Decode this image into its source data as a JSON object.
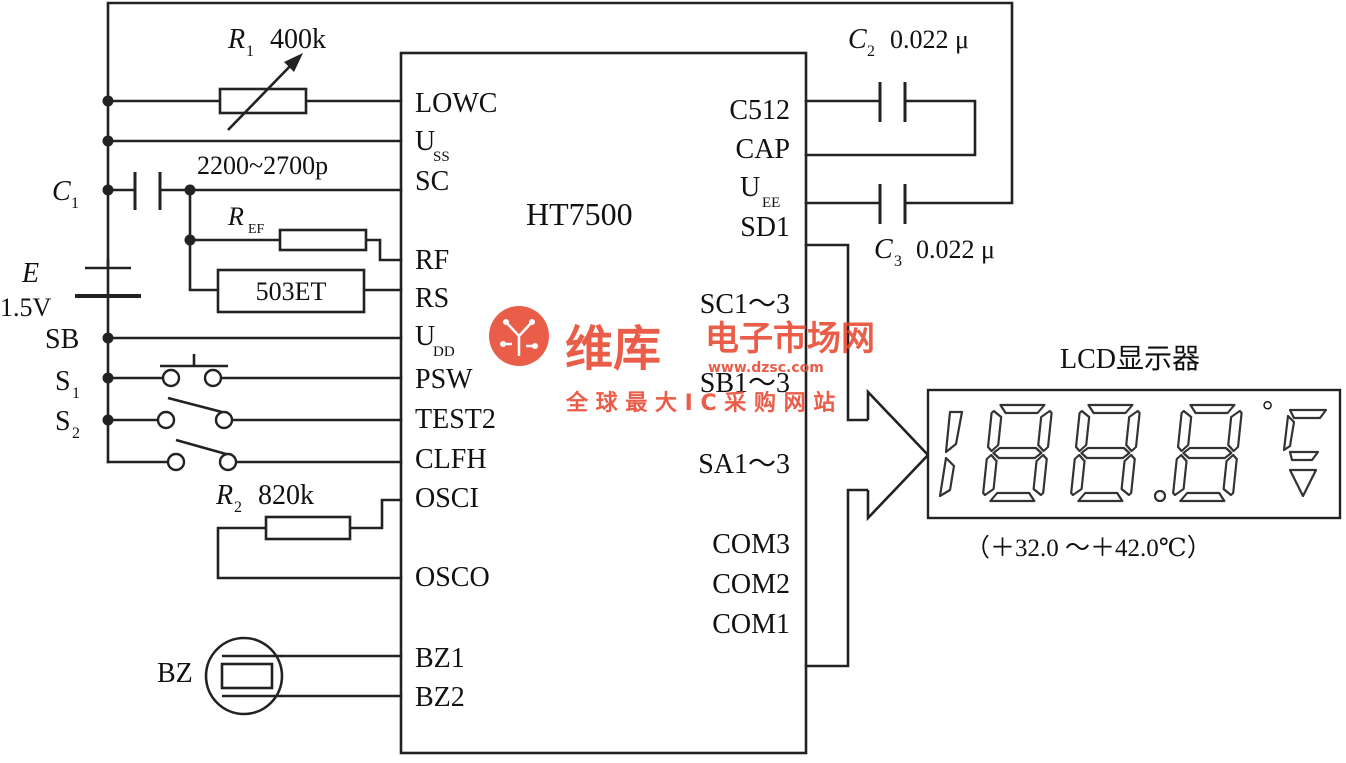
{
  "chip": {
    "name": "HT7500",
    "left_pins": [
      "LOWC",
      "SC",
      "RF",
      "RS",
      "PSW",
      "TEST2",
      "CLFH",
      "OSCI",
      "OSCO",
      "BZ1",
      "BZ2"
    ],
    "uss": {
      "main": "U",
      "sub": "SS"
    },
    "udd": {
      "main": "U",
      "sub": "DD"
    },
    "right_pins": [
      "C512",
      "CAP",
      "SD1",
      "SC1～3",
      "SB1～3",
      "SA1～3",
      "COM3",
      "COM2",
      "COM1"
    ],
    "uee": {
      "main": "U",
      "sub": "EE"
    }
  },
  "components": {
    "r1": {
      "sym": "R",
      "sub": "1",
      "value": "400k"
    },
    "c1": {
      "sym": "C",
      "sub": "1",
      "value": "2200~2700p"
    },
    "ref": {
      "sym": "R",
      "sub": "EF"
    },
    "sensor": "503ET",
    "battery": {
      "sym": "E",
      "value": "1.5V"
    },
    "sb": "SB",
    "s1": {
      "sym": "S",
      "sub": "1"
    },
    "s2": {
      "sym": "S",
      "sub": "2"
    },
    "r2": {
      "sym": "R",
      "sub": "2",
      "value": "820k"
    },
    "bz": "BZ",
    "c2": {
      "sym": "C",
      "sub": "2",
      "value": "0.022 μ"
    },
    "c3": {
      "sym": "C",
      "sub": "3",
      "value": "0.022 μ"
    }
  },
  "lcd": {
    "title": "LCD显示器",
    "degree": "°",
    "range": "（＋32.0 ～＋42.0℃）"
  },
  "watermark": {
    "brand": "维库",
    "name": "电子市场网",
    "url": "www.dzsc.com",
    "slogan": "全 球 最 大 I C 采 购 网 站"
  }
}
